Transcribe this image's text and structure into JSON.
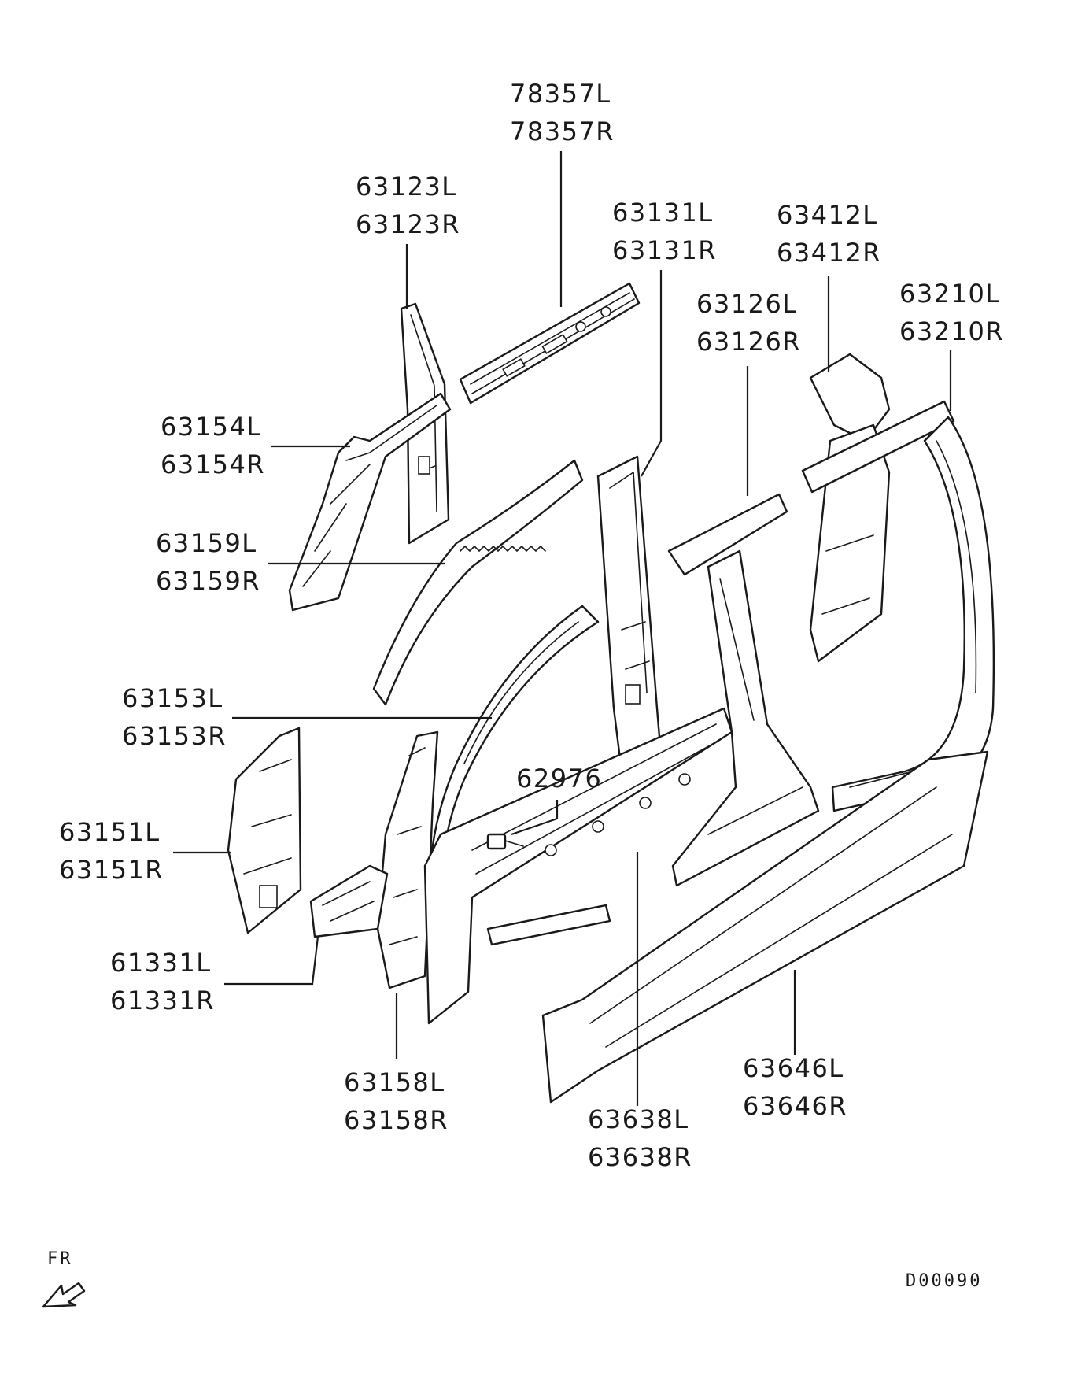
{
  "callouts": [
    {
      "id": "c78357",
      "lines": [
        "78357L",
        "78357R"
      ]
    },
    {
      "id": "c63123",
      "lines": [
        "63123L",
        "63123R"
      ]
    },
    {
      "id": "c63131",
      "lines": [
        "63131L",
        "63131R"
      ]
    },
    {
      "id": "c63412",
      "lines": [
        "63412L",
        "63412R"
      ]
    },
    {
      "id": "c63126",
      "lines": [
        "63126L",
        "63126R"
      ]
    },
    {
      "id": "c63210",
      "lines": [
        "63210L",
        "63210R"
      ]
    },
    {
      "id": "c63154",
      "lines": [
        "63154L",
        "63154R"
      ]
    },
    {
      "id": "c63159",
      "lines": [
        "63159L",
        "63159R"
      ]
    },
    {
      "id": "c63153",
      "lines": [
        "63153L",
        "63153R"
      ]
    },
    {
      "id": "c62976",
      "lines": [
        "62976"
      ]
    },
    {
      "id": "c63151",
      "lines": [
        "63151L",
        "63151R"
      ]
    },
    {
      "id": "c61331",
      "lines": [
        "61331L",
        "61331R"
      ]
    },
    {
      "id": "c63158",
      "lines": [
        "63158L",
        "63158R"
      ]
    },
    {
      "id": "c63638",
      "lines": [
        "63638L",
        "63638R"
      ]
    },
    {
      "id": "c63646",
      "lines": [
        "63646L",
        "63646R"
      ]
    }
  ],
  "direction_label": "FR",
  "diagram_code": "D00090"
}
